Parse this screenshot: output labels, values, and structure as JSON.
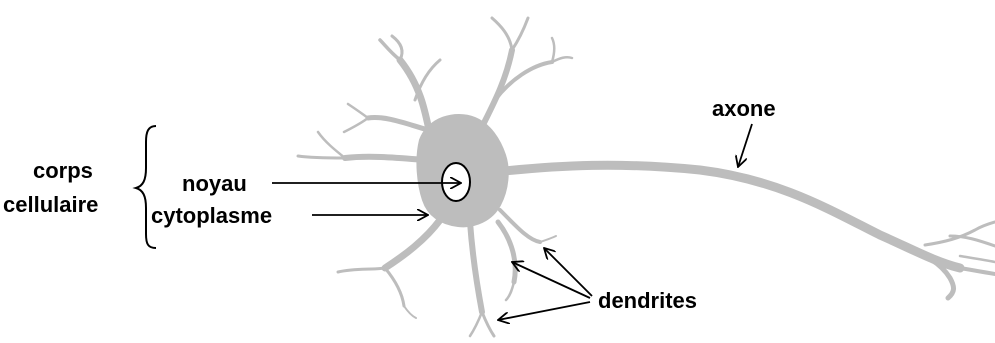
{
  "labels": {
    "cell_body_line1": "corps",
    "cell_body_line2": "cellulaire",
    "nucleus": "noyau",
    "cytoplasm": "cytoplasme",
    "axon": "axone",
    "dendrites": "dendrites"
  },
  "colors": {
    "neuron": "#bdbdbd",
    "ink": "#000000",
    "background": "#ffffff"
  }
}
